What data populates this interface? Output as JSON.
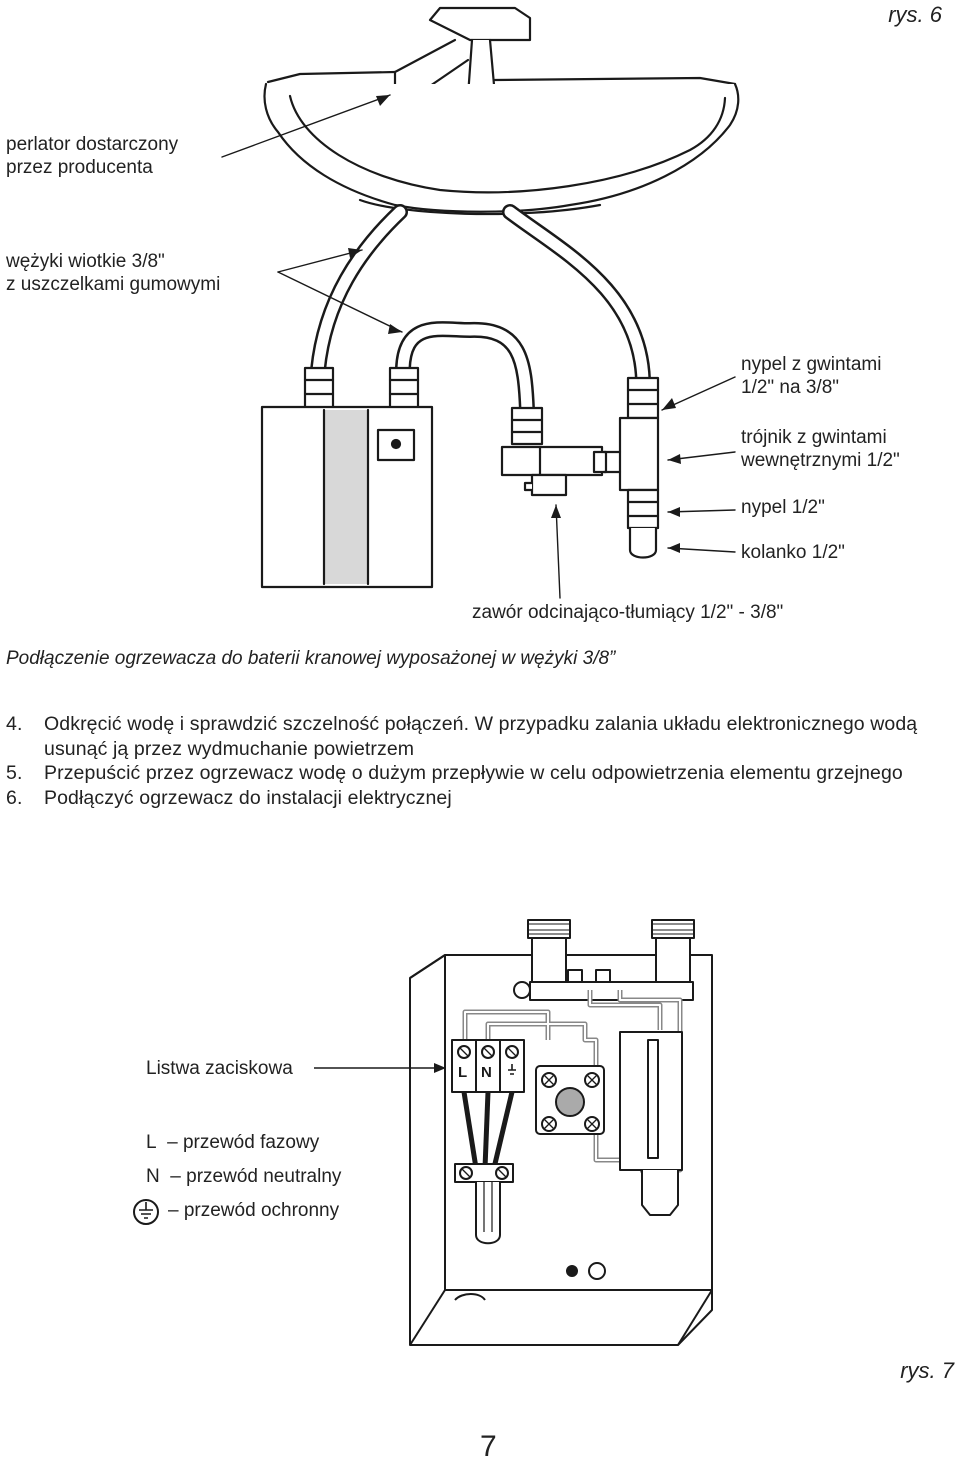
{
  "fig6": {
    "label": "rys. 6",
    "callouts": {
      "aerator": [
        "perlator dostarczony",
        "przez producenta"
      ],
      "hoses": [
        "wężyki wiotkie 3/8\"",
        "z uszczelkami gumowymi"
      ],
      "nipple_thread": [
        "nypel z gwintami",
        "1/2\" na 3/8\""
      ],
      "tee": [
        "trójnik z gwintami",
        "wewnętrznymi 1/2\""
      ],
      "nipple": "nypel 1/2\"",
      "elbow": "kolanko 1/2\"",
      "valve": "zawór odcinająco-tłumiący 1/2\" - 3/8\""
    },
    "caption": "Podłączenie ogrzewacza do baterii kranowej wyposażonej w wężyki 3/8”"
  },
  "steps": [
    {
      "num": "4.",
      "text": "Odkręcić wodę i sprawdzić szczelność połączeń. W przypadku zalania układu elektronicznego wodą usunąć ją przez wydmuchanie powietrzem"
    },
    {
      "num": "5.",
      "text": "Przepuścić przez ogrzewacz wodę o dużym przepływie w celu odpowietrzenia elementu grzejnego"
    },
    {
      "num": "6.",
      "text": "Podłączyć ogrzewacz do instalacji elektrycznej"
    }
  ],
  "fig7": {
    "label": "rys. 7",
    "terminal_strip": "Listwa zaciskowa",
    "terminal_letters": [
      "L",
      "N"
    ],
    "legend": [
      {
        "symbol": "L",
        "text": "– przewód fazowy"
      },
      {
        "symbol": "N",
        "text": "– przewód neutralny"
      },
      {
        "symbol": "earth-icon",
        "text": "– przewód ochronny"
      }
    ]
  },
  "page_number": "7"
}
